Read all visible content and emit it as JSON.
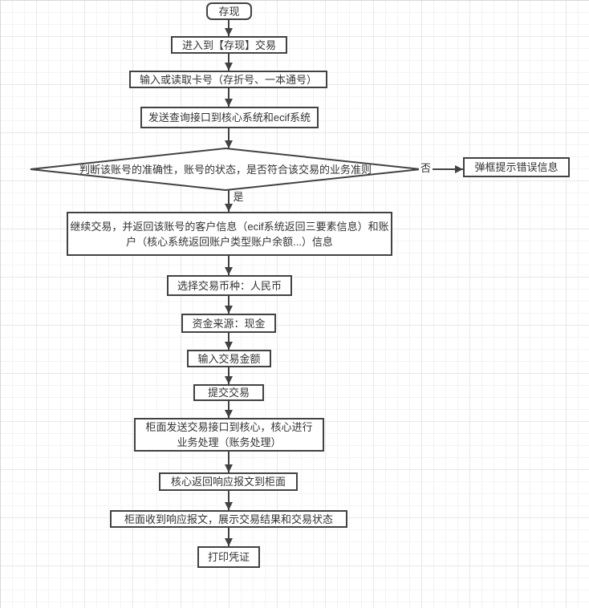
{
  "diagram": {
    "kind": "flowchart",
    "colors": {
      "shape_stroke": "#424242",
      "shape_fill": "#ffffff",
      "text": "#333333",
      "grid_minor": "#f4f4f4",
      "grid_major": "#e8e8e8",
      "canvas_background": "#ffffff"
    },
    "nodes": {
      "start": {
        "label": "存现",
        "shape": "rounded-rect"
      },
      "enter_txn": {
        "label": "进入到【存现】交易",
        "shape": "rect"
      },
      "input_card": {
        "label": "输入或读取卡号（存折号、一本通号）",
        "shape": "rect"
      },
      "send_query": {
        "label": "发送查询接口到核心系统和ecif系统",
        "shape": "rect"
      },
      "decision": {
        "label": "判断该账号的准确性，账号的状态，是否符合该交易的业务准则",
        "shape": "diamond"
      },
      "error_popup": {
        "label": "弹框提示错误信息",
        "shape": "rect"
      },
      "continue_txn": {
        "label": "继续交易，并返回该账号的客户信息（ecif系统返回三要素信息）和账户（核心系统返回账户类型账户余额...）信息",
        "shape": "rect"
      },
      "select_currency": {
        "label": "选择交易币种：人民币",
        "shape": "rect"
      },
      "fund_source": {
        "label": "资金来源：现金",
        "shape": "rect"
      },
      "input_amount": {
        "label": "输入交易金额",
        "shape": "rect"
      },
      "submit_txn": {
        "label": "提交交易",
        "shape": "rect"
      },
      "core_process": {
        "label": "柜面发送交易接口到核心，核心进行业务处理（账务处理）",
        "shape": "rect"
      },
      "core_response": {
        "label": "核心返回响应报文到柜面",
        "shape": "rect"
      },
      "show_result": {
        "label": "柜面收到响应报文，展示交易结果和交易状态",
        "shape": "rect"
      },
      "print_receipt": {
        "label": "打印凭证",
        "shape": "rect"
      }
    },
    "edge_labels": {
      "yes": "是",
      "no": "否"
    },
    "edges": [
      {
        "from": "start",
        "to": "enter_txn"
      },
      {
        "from": "enter_txn",
        "to": "input_card"
      },
      {
        "from": "input_card",
        "to": "send_query"
      },
      {
        "from": "send_query",
        "to": "decision"
      },
      {
        "from": "decision",
        "to": "error_popup",
        "label": "否"
      },
      {
        "from": "decision",
        "to": "continue_txn",
        "label": "是"
      },
      {
        "from": "continue_txn",
        "to": "select_currency"
      },
      {
        "from": "select_currency",
        "to": "fund_source"
      },
      {
        "from": "fund_source",
        "to": "input_amount"
      },
      {
        "from": "input_amount",
        "to": "submit_txn"
      },
      {
        "from": "submit_txn",
        "to": "core_process"
      },
      {
        "from": "core_process",
        "to": "core_response"
      },
      {
        "from": "core_response",
        "to": "show_result"
      },
      {
        "from": "show_result",
        "to": "print_receipt"
      }
    ]
  }
}
